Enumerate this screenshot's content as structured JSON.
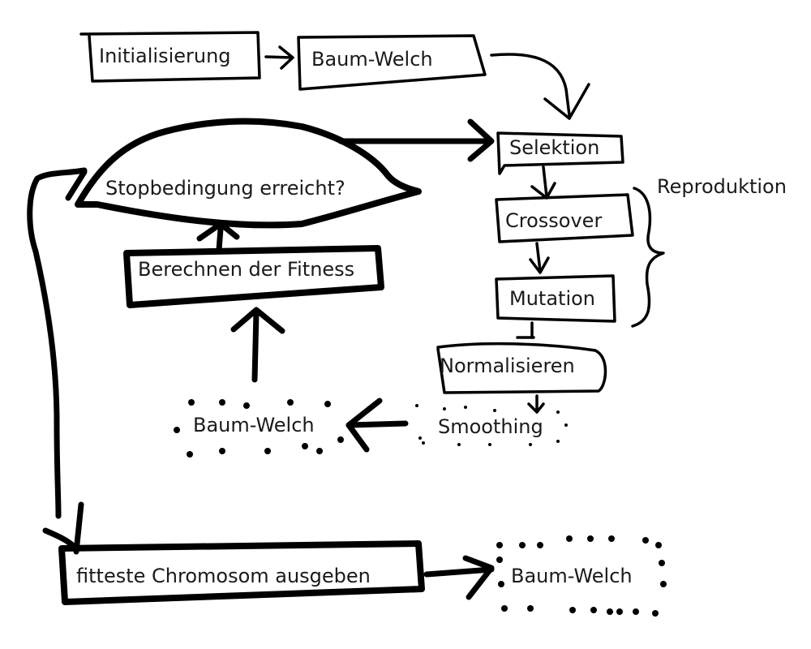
{
  "nodes": {
    "init": "Initialisierung",
    "baum_welch_top": "Baum-Welch",
    "selektion": "Selektion",
    "crossover": "Crossover",
    "mutation": "Mutation",
    "reproduktion": "Reproduktion",
    "normalisieren": "Normalisieren",
    "smoothing": "Smoothing",
    "baum_welch_mid": "Baum-Welch",
    "fitness": "Berechnen der Fitness",
    "stop": "Stopbedingung erreicht?",
    "output": "fitteste Chromosom ausgeben",
    "baum_welch_bottom": "Baum-Welch"
  },
  "styles": {
    "ink": "#000000",
    "text": "#1a1a1a",
    "background": "#ffffff"
  }
}
